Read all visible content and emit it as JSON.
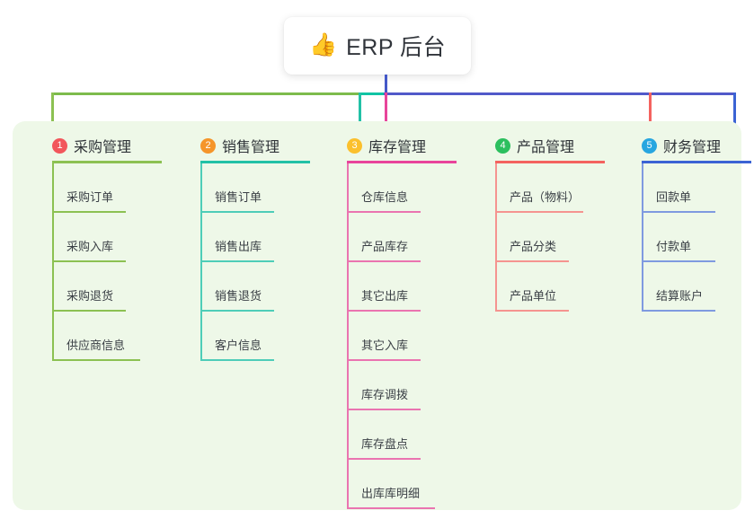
{
  "title": {
    "icon": "thumbs-up-icon",
    "icon_glyph": "👍",
    "text": "ERP 后台"
  },
  "palette": {
    "panel_bg": "#eef8e8",
    "card_bg": "#ffffff",
    "text": "#2f3338",
    "leaf_text": "#3a3f45",
    "trunk": "#4458c8",
    "green": "#7cb342",
    "teal": "#17c4a8",
    "pink": "#e5449b",
    "red": "#f0605f",
    "blue": "#3b63d4",
    "branch_green": "#7dbb4c",
    "branch_teal": "#10c4a4",
    "branch_blue": "#5159c9"
  },
  "columns": [
    {
      "index": "1",
      "badge_color": "#f2565b",
      "line_color": "#8cc152",
      "leaf_line_color": "#8cc152",
      "title": "采购管理",
      "items": [
        "采购订单",
        "采购入库",
        "采购退货",
        "供应商信息"
      ]
    },
    {
      "index": "2",
      "badge_color": "#f5952a",
      "line_color": "#22c1a6",
      "leaf_line_color": "#4ecdb8",
      "title": "销售管理",
      "items": [
        "销售订单",
        "销售出库",
        "销售退货",
        "客户信息"
      ]
    },
    {
      "index": "3",
      "badge_color": "#fbc02d",
      "line_color": "#e8449b",
      "leaf_line_color": "#ea74b0",
      "title": "库存管理",
      "items": [
        "仓库信息",
        "产品库存",
        "其它出库",
        "其它入库",
        "库存调拨",
        "库存盘点",
        "出库库明细"
      ]
    },
    {
      "index": "4",
      "badge_color": "#2cbf5e",
      "line_color": "#f4635f",
      "leaf_line_color": "#f59490",
      "title": "产品管理",
      "items": [
        "产品（物料）",
        "产品分类",
        "产品单位"
      ]
    },
    {
      "index": "5",
      "badge_color": "#27a6e0",
      "line_color": "#3b63d4",
      "leaf_line_color": "#7f9ae0",
      "title": "财务管理",
      "items": [
        "回款单",
        "付款单",
        "结算账户"
      ]
    }
  ]
}
